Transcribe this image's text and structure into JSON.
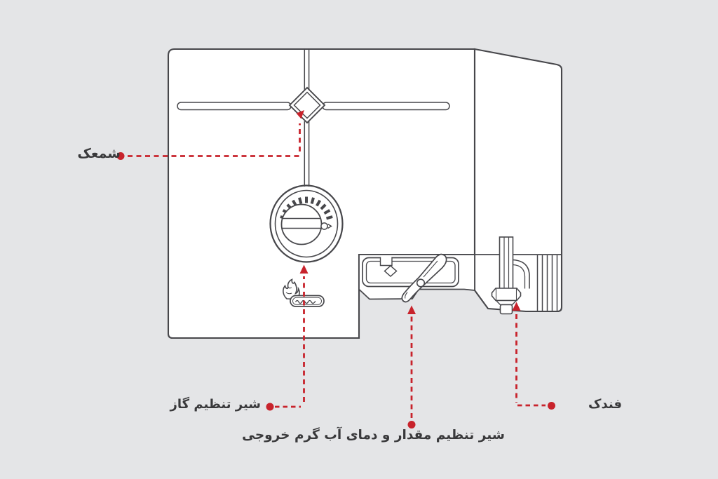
{
  "diagram": {
    "subject": "gas-water-heater-parts-diagram",
    "labels": {
      "pilot": "شمعک",
      "gas_valve": "شیر تنظیم گاز",
      "outlet_water_valve": "شیر تنظیم مقدار و دمای آب گرم خروجی",
      "igniter": "فندک"
    },
    "colors": {
      "background": "#e4e5e7",
      "body_fill": "#ffffff",
      "line": "#47474b",
      "annotation_red": "#c8232c",
      "label_text": "#39393b"
    },
    "icons": {
      "brand_logo": "flame-icon"
    }
  }
}
